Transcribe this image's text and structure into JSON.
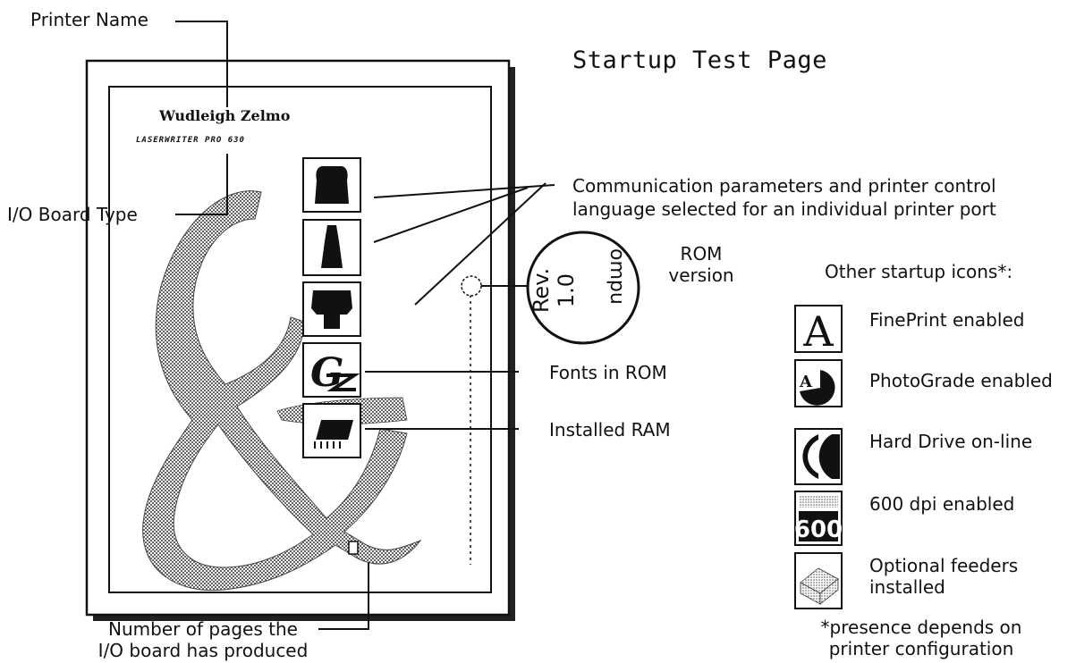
{
  "title": "Startup Test Page",
  "callouts": {
    "printer_name": "Printer Name",
    "io_board_type": "I/O Board Type",
    "communication_line1": "Communication parameters and printer control",
    "communication_line2": "language selected for an individual printer port",
    "rom_version_line1": "ROM",
    "rom_version_line2": "version",
    "fonts_in_rom": "Fonts in ROM",
    "installed_ram": "Installed RAM",
    "pages_line1": "Number of pages the",
    "pages_line2": "I/O board has produced"
  },
  "test_page": {
    "printer_name": "Wudleigh Zelmo",
    "board_type": "LASERWRITER PRO 630",
    "rom_magnifier_text1": "Rev. 1.0",
    "rom_magnifier_text2": "ompu"
  },
  "other_icons": {
    "heading": "Other startup icons*:",
    "items": [
      {
        "label": "FinePrint enabled",
        "icon": "fineprint-icon"
      },
      {
        "label": "PhotoGrade enabled",
        "icon": "photograde-icon"
      },
      {
        "label": "Hard Drive on-line",
        "icon": "hard-drive-icon"
      },
      {
        "label": "600 dpi enabled",
        "icon": "dpi-600-icon"
      },
      {
        "label_line1": "Optional feeders",
        "label_line2": "installed",
        "icon": "feeder-icon"
      }
    ],
    "footnote_line1": "*presence depends on",
    "footnote_line2": "printer configuration"
  },
  "icon_glyphs": {
    "fineprint": "A",
    "dpi": "600"
  }
}
